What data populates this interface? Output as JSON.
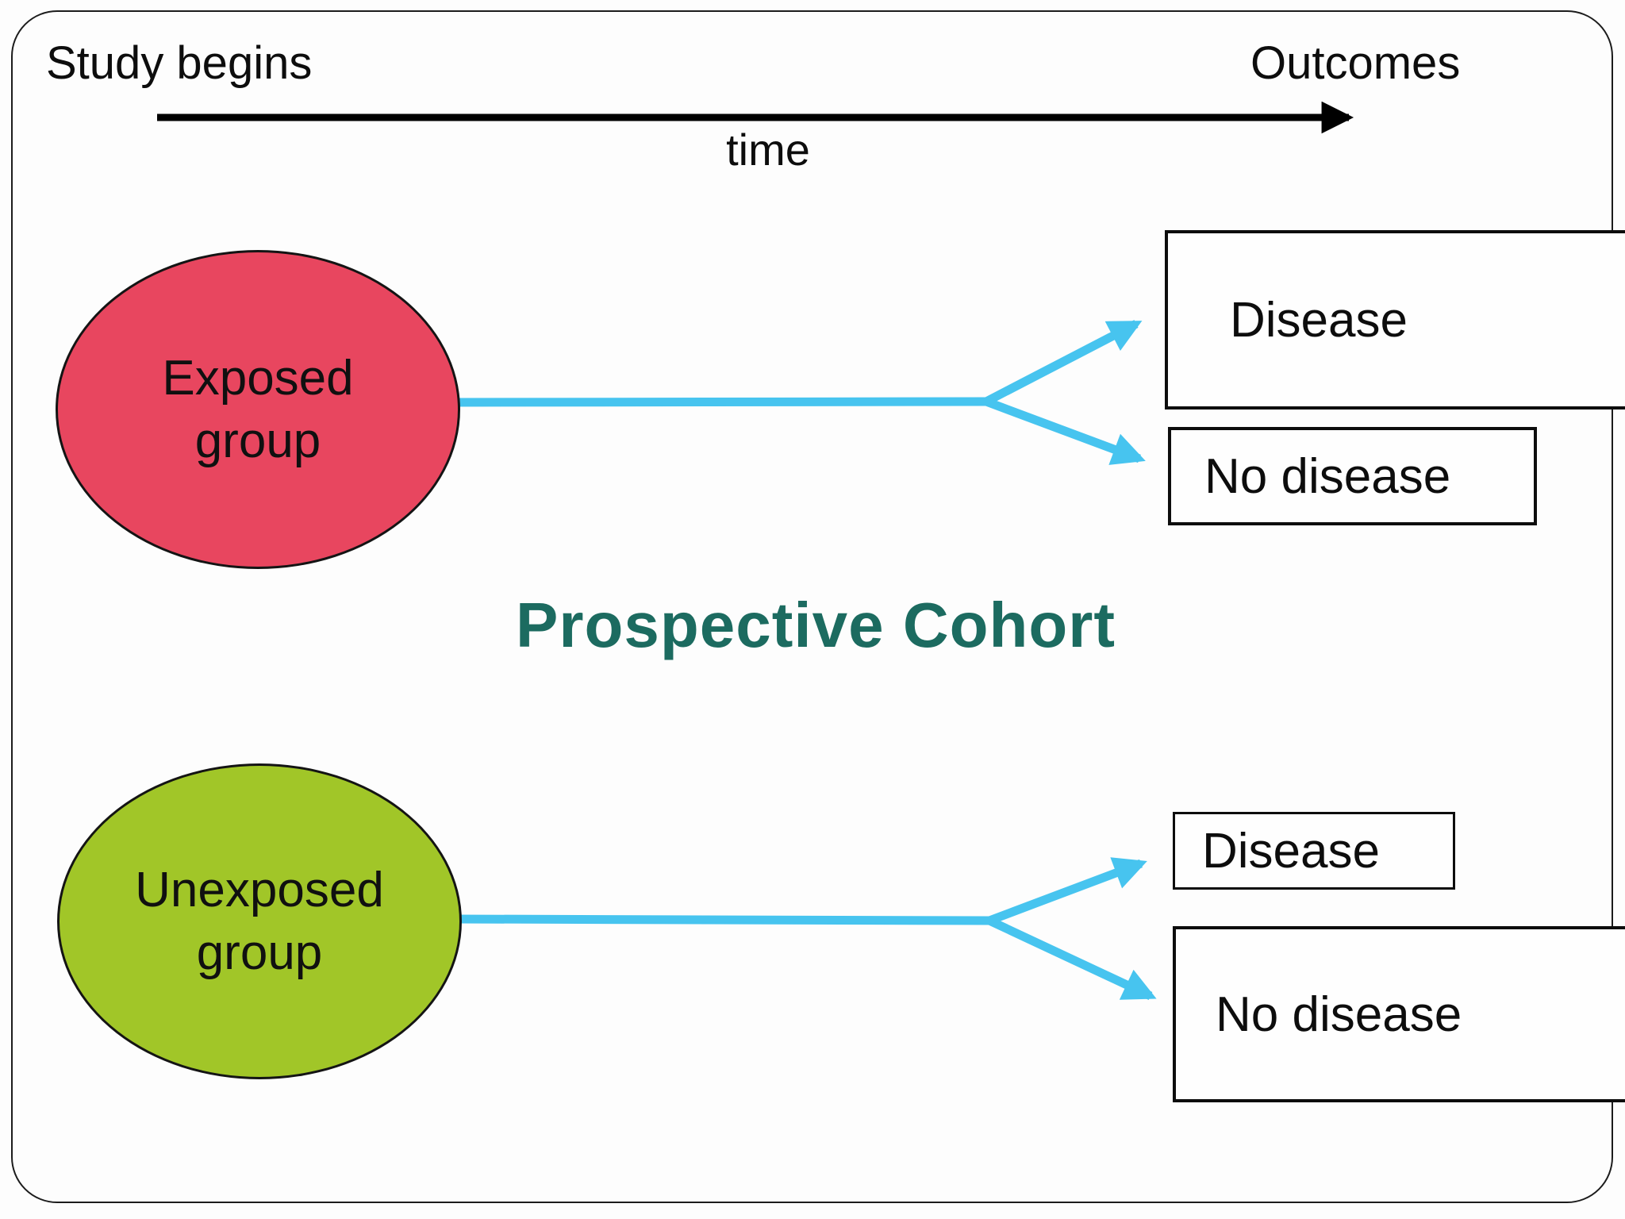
{
  "title": "Prospective Cohort",
  "timeline": {
    "start_label": "Study begins",
    "end_label": "Outcomes",
    "axis_label": "time"
  },
  "exposed": {
    "label": "Exposed\ngroup",
    "outcomes": [
      {
        "label": "Disease"
      },
      {
        "label": "No disease"
      }
    ]
  },
  "unexposed": {
    "label": "Unexposed\ngroup",
    "outcomes": [
      {
        "label": "Disease"
      },
      {
        "label": "No disease"
      }
    ]
  },
  "colors": {
    "exposed_fill": "#e8465f",
    "unexposed_fill": "#a1c628",
    "connector_arrow": "#47c4ef",
    "timeline_arrow": "#000000",
    "title_text": "#1c6b60",
    "box_border": "#0d0d0d"
  }
}
